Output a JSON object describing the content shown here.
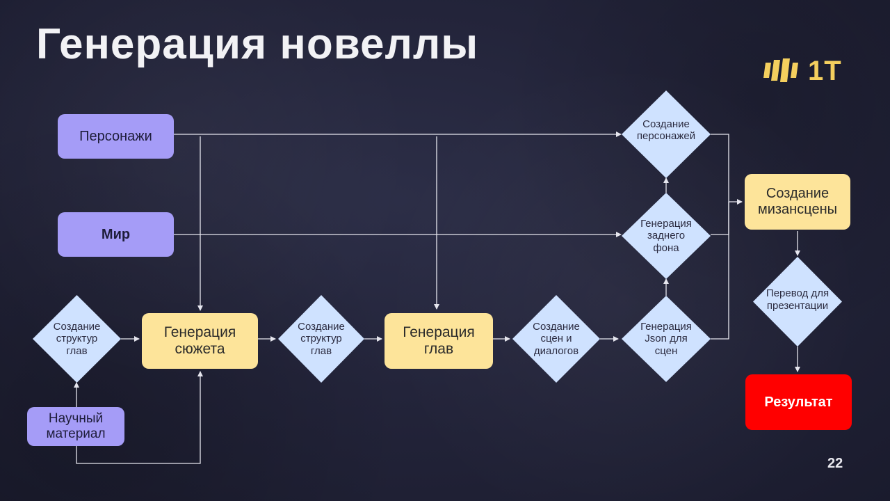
{
  "title": "Генерация новеллы",
  "logo": {
    "text": "1T",
    "color": "#f4cf5e"
  },
  "page_number": "22",
  "colors": {
    "purple_node": "#a59cf7",
    "yellow_node": "#fde49a",
    "diamond_node": "#cfe2ff",
    "result_node": "#ff0000",
    "connector": "#e6e6ee"
  },
  "nodes": {
    "characters": "Персонажи",
    "world": "Мир",
    "scientific_material": "Научный материал",
    "create_chapter_structures_1": "Создание структур глав",
    "plot_generation": "Генерация сюжета",
    "create_chapter_structures_2": "Создание структур глав",
    "chapter_generation": "Генерация глав",
    "create_scenes_dialogues": "Создание сцен и диалогов",
    "generate_json_scenes": "Генерация Json для сцен",
    "generate_background": "Генерация заднего фона",
    "create_characters": "Создание персонажей",
    "create_mise_en_scene": "Создание мизансцены",
    "translate_presentation": "Перевод для презентации",
    "result": "Результат"
  }
}
